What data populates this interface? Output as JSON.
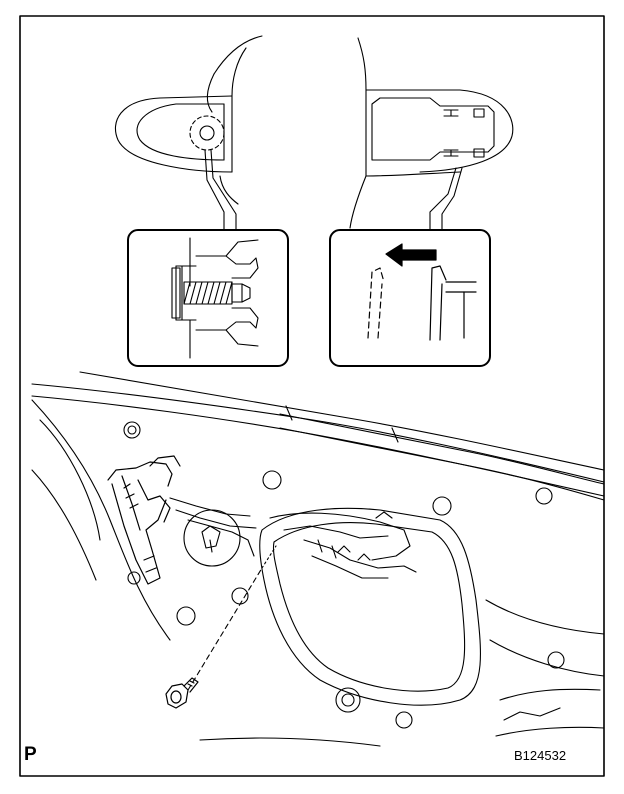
{
  "labels": {
    "page_letter": "P",
    "reference_code": "B124532"
  },
  "detail_views": [
    {
      "name": "bolt-section",
      "content": "clip-and-bolt-cross-section"
    },
    {
      "name": "hook-release",
      "content": "hook-release-arrow-view"
    }
  ],
  "parts": [
    "bolt",
    "handle-bracket",
    "door-inner-panel"
  ],
  "colors": {
    "line": "#000000",
    "background": "#ffffff"
  }
}
